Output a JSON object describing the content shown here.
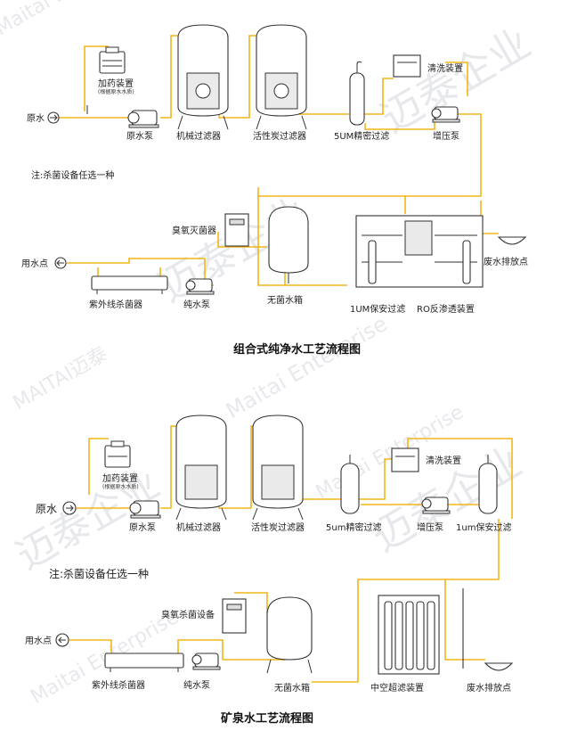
{
  "watermark": {
    "cn": "迈泰企业",
    "en": "Maitai Enterprise",
    "logo": "MAITAI迈泰"
  },
  "diagram1": {
    "title": "组合式纯净水工艺流程图",
    "note": "注:杀菌设备任选一种",
    "labels": {
      "raw_water": "原水",
      "dosing": "加药装置",
      "dosing_sub": "(根据原水水质)",
      "raw_pump": "原水泵",
      "mech_filter": "机械过滤器",
      "carbon_filter": "活性炭过滤器",
      "precision_filter": "5UM精密过滤",
      "cleaning": "清洗装置",
      "booster": "增压泵",
      "ozone": "臭氧灭菌器",
      "waste": "废水排放点",
      "use_point": "用水点",
      "uv": "紫外线杀菌器",
      "pure_pump": "纯水泵",
      "sterile_tank": "无菌水箱",
      "safety_filter": "1UM保安过滤",
      "ro": "RO反渗透装置"
    }
  },
  "diagram2": {
    "title": "矿泉水工艺流程图",
    "note": "注:杀菌设备任选一种",
    "labels": {
      "dosing": "加药装置",
      "dosing_sub": "(根据原水水质)",
      "raw_water": "原水",
      "raw_pump": "原水泵",
      "mech_filter": "机械过滤器",
      "carbon_filter": "活性炭过滤器",
      "precision_filter": "5um精密过滤",
      "cleaning": "清洗装置",
      "booster": "增压泵",
      "safety_filter": "1um保安过滤",
      "ozone": "臭氧杀菌设备",
      "use_point": "用水点",
      "uv": "紫外线杀菌器",
      "pure_pump": "纯水泵",
      "sterile_tank": "无菌水箱",
      "hollow_fiber": "中空超滤装置",
      "waste": "废水排放点"
    }
  }
}
